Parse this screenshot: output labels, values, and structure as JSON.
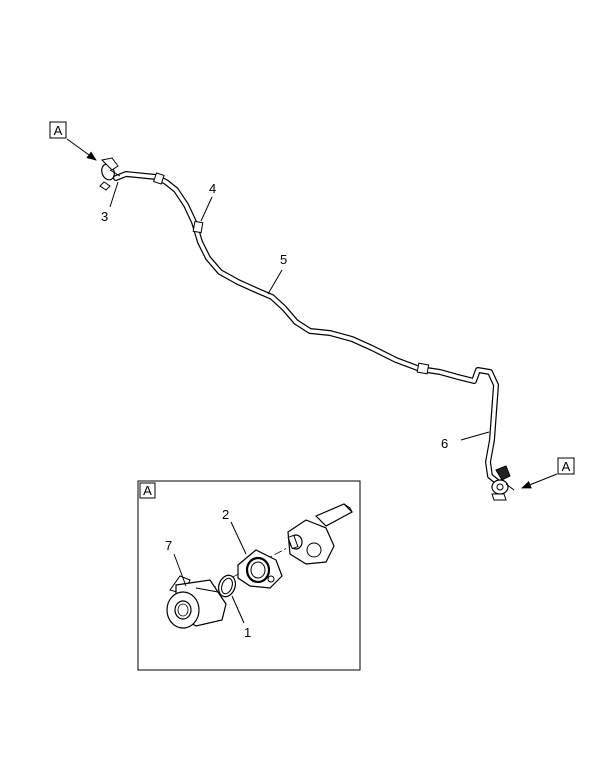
{
  "callouts": {
    "c1": "1",
    "c2": "2",
    "c3": "3",
    "c4": "4",
    "c5": "5",
    "c6": "6",
    "c7": "7"
  },
  "view_refs": {
    "left": "A",
    "right": "A",
    "detail": "A"
  },
  "colors": {
    "line": "#000000",
    "background": "#ffffff"
  }
}
